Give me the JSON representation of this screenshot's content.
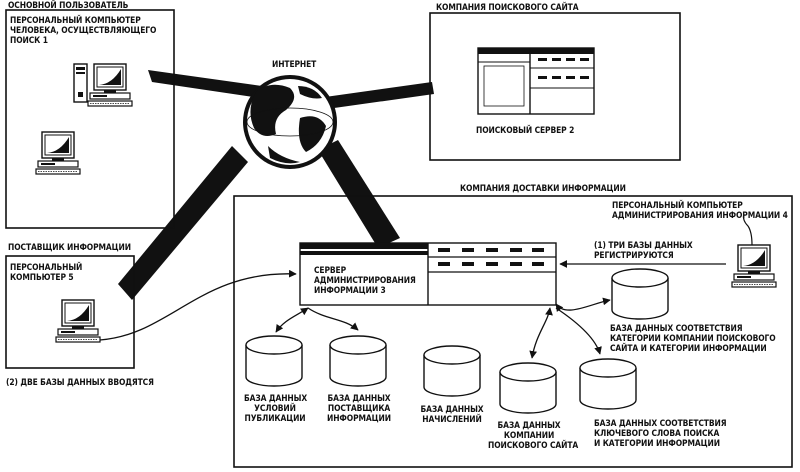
{
  "zones": {
    "main_user": {
      "title": "ОСНОВНОЙ ПОЛЬЗОВАТЕЛЬ",
      "pc_label": "ПЕРСОНАЛЬНЫЙ КОМПЬЮТЕР\nЧЕЛОВЕКА, ОСУЩЕСТВЛЯЮЩЕГО\nПОИСК 1"
    },
    "search_company": {
      "title": "КОМПАНИЯ ПОИСКОВОГО САЙТА",
      "server_label": "ПОИСКОВЫЙ СЕРВЕР 2"
    },
    "info_provider": {
      "title": "ПОСТАВЩИК ИНФОРМАЦИИ",
      "pc_label": "ПЕРСОНАЛЬНЫЙ\nКОМПЬЮТЕР 5"
    },
    "delivery_company": {
      "title": "КОМПАНИЯ ДОСТАВКИ ИНФОРМАЦИИ",
      "server_label": "СЕРВЕР\nАДМИНИСТРИРОВАНИЯ\nИНФОРМАЦИИ 3"
    },
    "admin_pc": {
      "label": "ПЕРСОНАЛЬНЫЙ КОМПЬЮТЕР\nАДМИНИСТРИРОВАНИЯ ИНФОРМАЦИИ 4"
    }
  },
  "internet": "ИНТЕРНЕТ",
  "notes": {
    "three_db": "(1) ТРИ БАЗЫ ДАННЫХ\nРЕГИСТРИРУЮТСЯ",
    "two_db": "(2) ДВЕ БАЗЫ ДАННЫХ ВВОДЯТСЯ"
  },
  "databases": [
    {
      "id": "category-match",
      "label": "БАЗА ДАННЫХ СООТВЕТСТВИЯ\nКАТЕГОРИИ КОМПАНИИ ПОИСКОВОГО\nСАЙТА И КАТЕГОРИИ ИНФОРМАЦИИ"
    },
    {
      "id": "publication-terms",
      "label": "БАЗА ДАННЫХ\nУСЛОВИЙ\nПУБЛИКАЦИИ"
    },
    {
      "id": "provider",
      "label": "БАЗА ДАННЫХ\nПОСТАВЩИКА\nИНФОРМАЦИИ"
    },
    {
      "id": "charges",
      "label": "БАЗА ДАННЫХ\nНАЧИСЛЕНИЙ"
    },
    {
      "id": "search-company",
      "label": "БАЗА ДАННЫХ\nКОМПАНИИ\nПОИСКОВОГО САЙТА"
    },
    {
      "id": "keyword-match",
      "label": "БАЗА ДАННЫХ СООТВЕТСТВИЯ\nКЛЮЧЕВОГО СЛОВА ПОИСКА\nИ КАТЕГОРИИ ИНФОРМАЦИИ"
    }
  ]
}
